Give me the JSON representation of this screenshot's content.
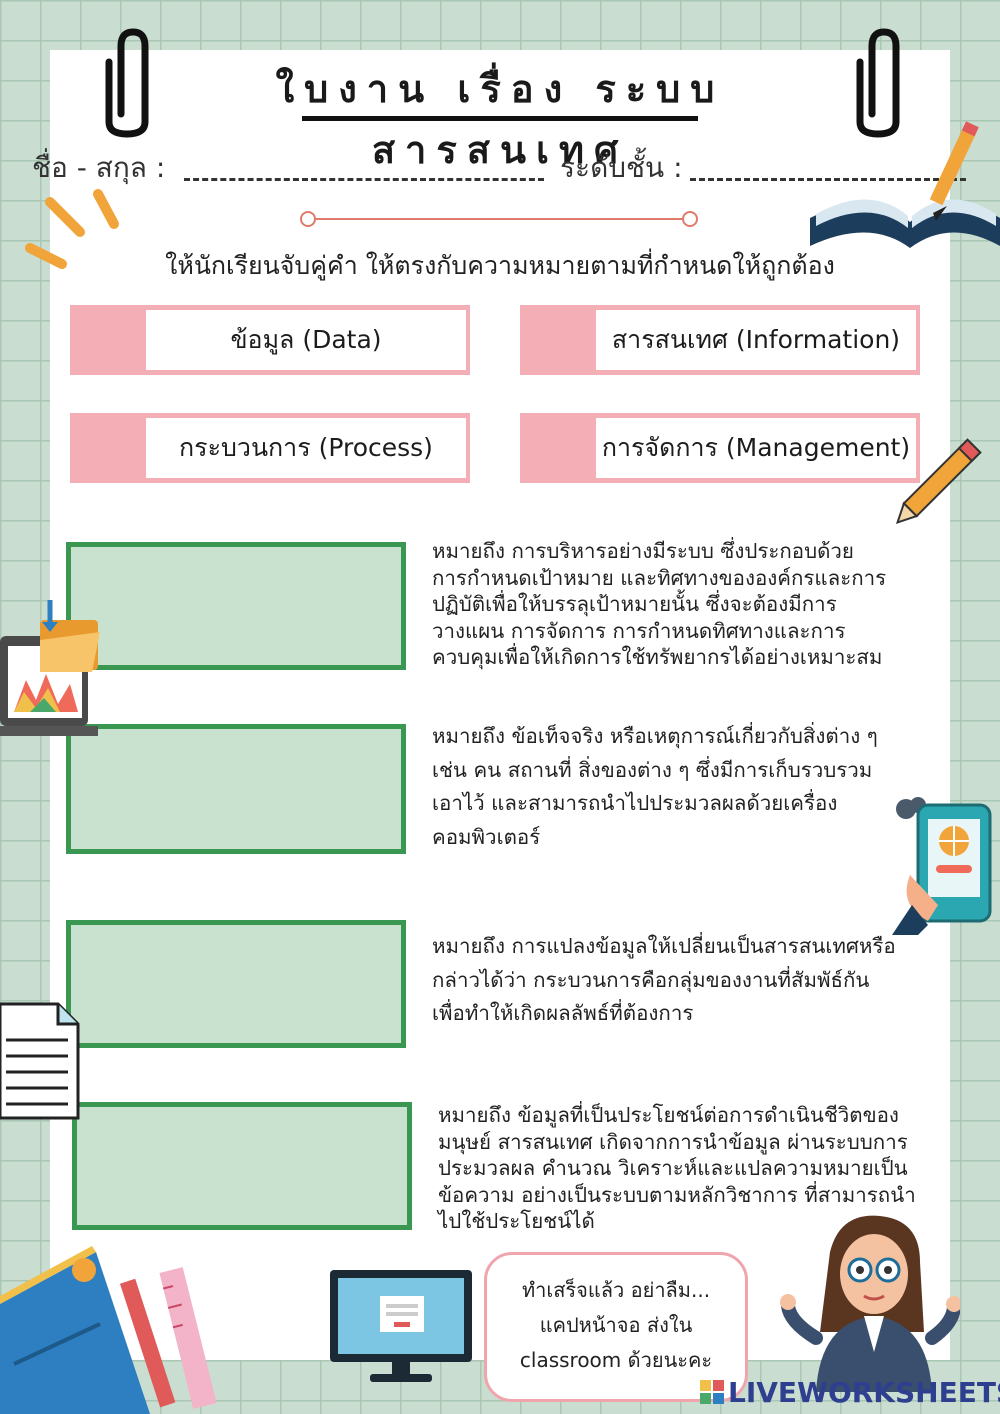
{
  "header": {
    "title": "ใบงาน เรื่อง ระบบสารสนเทศ",
    "name_label": "ชื่อ - สกุล :",
    "grade_label": "ระดับชั้น :"
  },
  "instruction": "ให้นักเรียนจับคู่คำ ให้ตรงกับความหมายตามที่กำหนดให้ถูกต้อง",
  "words": [
    "ข้อมูล (Data)",
    "สารสนเทศ (Information)",
    "กระบวนการ (Process)",
    "การจัดการ (Management)"
  ],
  "definitions": [
    [
      "หมายถึง การบริหารอย่างมีระบบ ซึ่งประกอบด้วย",
      "การกำหนดเป้าหมาย และทิศทางขององค์กรและการ",
      "ปฏิบัติเพื่อให้บรรลุเป้าหมายนั้น ซึ่งจะต้องมีการ",
      "วางแผน การจัดการ การกำหนดทิศทางและการ",
      "ควบคุมเพื่อให้เกิดการใช้ทรัพยากรได้อย่างเหมาะสม"
    ],
    [
      "หมายถึง ข้อเท็จจริง หรือเหตุการณ์เกี่ยวกับสิ่งต่าง ๆ",
      "เช่น คน สถานที่ สิ่งของต่าง ๆ ซึ่งมีการเก็บรวบรวม",
      "เอาไว้ และสามารถนำไปประมวลผลด้วยเครื่อง",
      "คอมพิวเตอร์"
    ],
    [
      "หมายถึง การแปลงข้อมูลให้เปลี่ยนเป็นสารสนเทศหรือ",
      "กล่าวได้ว่า กระบวนการคือกลุ่มของงานที่สัมพัธ์กัน",
      "เพื่อทำให้เกิดผลลัพธ์ที่ต้องการ"
    ],
    [
      "หมายถึง ข้อมูลที่เป็นประโยชน์ต่อการดำเนินชีวิตของ",
      "มนุษย์ สารสนเทศ เกิดจากการนำข้อมูล ผ่านระบบการ",
      "ประมวลผล คำนวณ วิเคราะห์และแปลความหมายเป็น",
      "ข้อความ อย่างเป็นระบบตามหลักวิชาการ ที่สามารถนำ",
      "ไปใช้ประโยชน์ได้"
    ]
  ],
  "reminder": [
    "ทำเสร็จแล้ว อย่าลืม...",
    "แคปหน้าจอ ส่งใน",
    "classroom ด้วยนะคะ"
  ],
  "brand": "LIVEWORKSHEETS",
  "colors": {
    "word_card_accent": "#f4aeb5",
    "answer_box_border": "#3a9752",
    "answer_box_fill": "#c9e2cf"
  },
  "icons": [
    "paperclip-icon",
    "pencil-icon",
    "open-book-icon",
    "folder-icon",
    "laptop-chart-icon",
    "phone-globe-icon",
    "document-icon",
    "books-icon",
    "computer-monitor-icon",
    "teacher-avatar"
  ]
}
